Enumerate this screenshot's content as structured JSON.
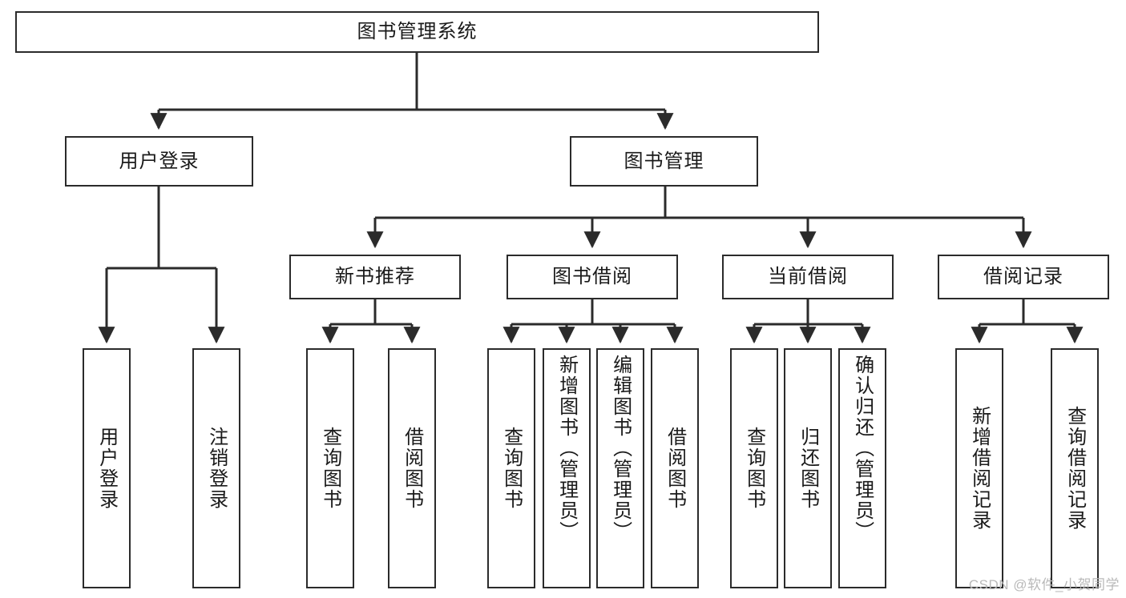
{
  "diagram": {
    "title": "图书管理系统",
    "watermark": "CSDN @软件_小贺同学",
    "line_color": "#2b2b2b",
    "text_color": "#1a1a1a",
    "background": "#ffffff",
    "nodes": {
      "root": {
        "label": "图书管理系统"
      },
      "level1": [
        {
          "label": "用户登录"
        },
        {
          "label": "图书管理"
        }
      ],
      "level2": [
        {
          "label": "新书推荐"
        },
        {
          "label": "图书借阅"
        },
        {
          "label": "当前借阅"
        },
        {
          "label": "借阅记录"
        }
      ],
      "leaves": {
        "user_login": [
          {
            "label": "用户登录"
          },
          {
            "label": "注销登录"
          }
        ],
        "new_book_recommend": [
          {
            "label": "查询图书"
          },
          {
            "label": "借阅图书"
          }
        ],
        "book_borrow": [
          {
            "label": "查询图书"
          },
          {
            "label": "新增图书（管理员）"
          },
          {
            "label": "编辑图书（管理员）"
          },
          {
            "label": "借阅图书"
          }
        ],
        "current_borrow": [
          {
            "label": "查询图书"
          },
          {
            "label": "归还图书"
          },
          {
            "label": "确认归还（管理员）"
          }
        ],
        "borrow_record": [
          {
            "label": "新增借阅记录"
          },
          {
            "label": "查询借阅记录"
          }
        ]
      }
    }
  }
}
